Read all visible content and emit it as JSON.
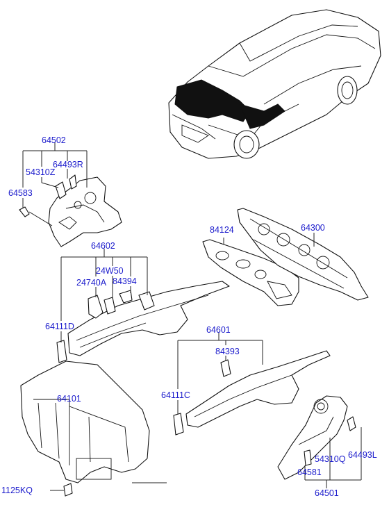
{
  "callouts": {
    "p64502": "64502",
    "p54310Z": "54310Z",
    "p64493R": "64493R",
    "p64583": "64583",
    "p64602": "64602",
    "p24W50": "24W50",
    "p24740A": "24740A",
    "p84394": "84394",
    "p64111D": "64111D",
    "p84124": "84124",
    "p64300": "64300",
    "p64601": "64601",
    "p84393": "84393",
    "p64111C": "64111C",
    "p64101": "64101",
    "p54310Q": "54310Q",
    "p64493L": "64493L",
    "p64581": "64581",
    "p1125KQ": "1125KQ",
    "p64501": "64501"
  }
}
